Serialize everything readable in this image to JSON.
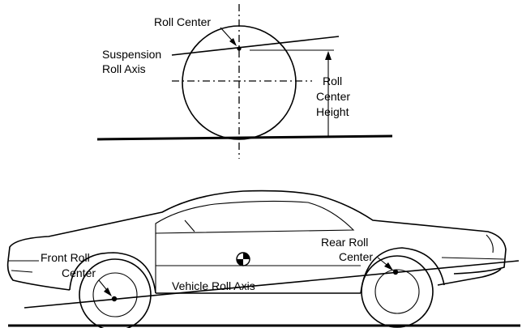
{
  "top_view": {
    "roll_center_label": "Roll Center",
    "suspension_roll_axis_label": [
      "Suspension",
      "Roll Axis"
    ],
    "roll_center_height_label": [
      "Roll",
      "Center",
      "Height"
    ]
  },
  "side_view": {
    "front_roll_center_label": [
      "Front Roll",
      "Center"
    ],
    "rear_roll_center_label": [
      "Rear Roll",
      "Center"
    ],
    "vehicle_roll_axis_label": "Vehicle Roll Axis"
  }
}
